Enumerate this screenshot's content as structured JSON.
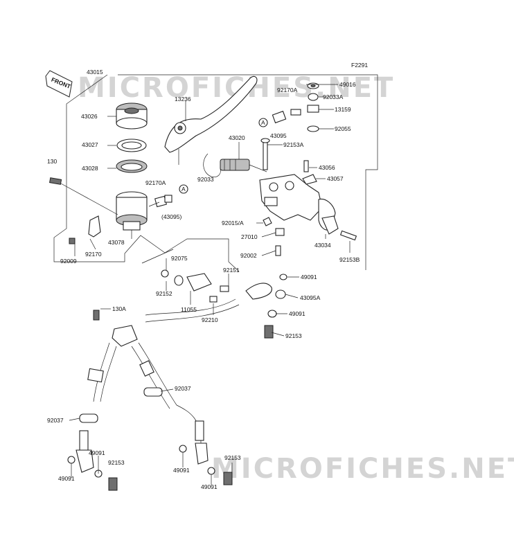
{
  "figure_code": "F2291",
  "front_label": "FRONT",
  "watermark": "MICROFICHES.NET",
  "callout_letter": "A",
  "part_labels": [
    "43015",
    "43026",
    "43027",
    "43028",
    "13236",
    "43020",
    "92033",
    "92170A",
    "(43095)",
    "130",
    "92170",
    "92009",
    "43078",
    "92075",
    "92152",
    "11055",
    "92210",
    "92151",
    "92170A",
    "92033A",
    "13159",
    "49016",
    "43095",
    "92055",
    "92153A",
    "43056",
    "43057",
    "92015/A",
    "27010",
    "92002",
    "43034",
    "92153B",
    "49091",
    "43095A",
    "49091",
    "92153",
    "130A",
    "92037",
    "92037",
    "49091",
    "92153",
    "49091",
    "49091",
    "92153",
    "49091"
  ]
}
